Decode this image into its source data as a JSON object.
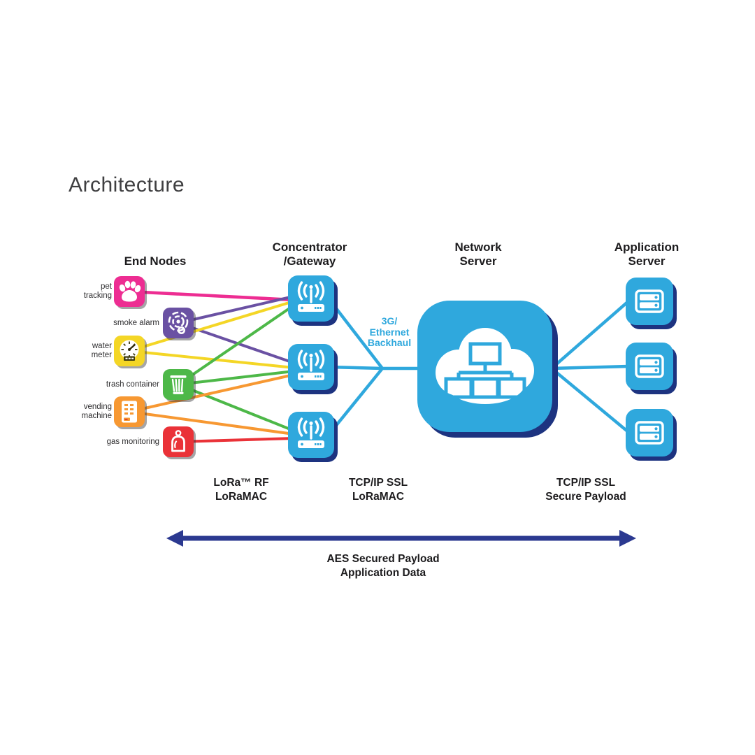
{
  "title": "Architecture",
  "headers": {
    "end_nodes": "End Nodes",
    "gateway_line1": "Concentrator",
    "gateway_line2": "/Gateway",
    "network_line1": "Network",
    "network_line2": "Server",
    "app_line1": "Application",
    "app_line2": "Server"
  },
  "end_nodes": [
    {
      "id": "pet-tracking",
      "label_lines": [
        "pet",
        "tracking"
      ],
      "color": "#ed2d92",
      "icon": "paw-icon"
    },
    {
      "id": "smoke-alarm",
      "label_lines": [
        "smoke alarm"
      ],
      "color": "#6a51a3",
      "icon": "smoke-alarm-icon"
    },
    {
      "id": "water-meter",
      "label_lines": [
        "water",
        "meter"
      ],
      "color": "#f4d626",
      "icon": "gauge-icon"
    },
    {
      "id": "trash-container",
      "label_lines": [
        "trash container"
      ],
      "color": "#4db848",
      "icon": "trash-icon"
    },
    {
      "id": "vending-machine",
      "label_lines": [
        "vending",
        "machine"
      ],
      "color": "#f79832",
      "icon": "vending-icon"
    },
    {
      "id": "gas-monitoring",
      "label_lines": [
        "gas monitoring"
      ],
      "color": "#ea3238",
      "icon": "gas-cylinder-icon"
    }
  ],
  "gateways": [
    {
      "id": "gateway-1"
    },
    {
      "id": "gateway-2"
    },
    {
      "id": "gateway-3"
    }
  ],
  "app_servers": [
    {
      "id": "application-server-1"
    },
    {
      "id": "application-server-2"
    },
    {
      "id": "application-server-3"
    }
  ],
  "links": [
    {
      "from": "pet tracking",
      "to": "gateway 1"
    },
    {
      "from": "smoke alarm",
      "to": "gateway 1"
    },
    {
      "from": "smoke alarm",
      "to": "gateway 2"
    },
    {
      "from": "water meter",
      "to": "gateway 1"
    },
    {
      "from": "water meter",
      "to": "gateway 2"
    },
    {
      "from": "trash container",
      "to": "gateway 1"
    },
    {
      "from": "trash container",
      "to": "gateway 2"
    },
    {
      "from": "trash container",
      "to": "gateway 3"
    },
    {
      "from": "vending machine",
      "to": "gateway 2"
    },
    {
      "from": "vending machine",
      "to": "gateway 3"
    },
    {
      "from": "gas monitoring",
      "to": "gateway 3"
    }
  ],
  "labels": {
    "backhaul_line1": "3G/",
    "backhaul_line2": "Ethernet",
    "backhaul_line3": "Backhaul",
    "lora_line1": "LoRa™ RF",
    "lora_line2": "LoRaMAC",
    "tcpip_mac_line1": "TCP/IP SSL",
    "tcpip_mac_line2": "LoRaMAC",
    "tcpip_sec_line1": "TCP/IP SSL",
    "tcpip_sec_line2": "Secure Payload",
    "arrow_caption_line1": "AES Secured Payload",
    "arrow_caption_line2": "Application Data"
  },
  "colors": {
    "blue": "#2fa8dd",
    "navy": "#2b3990",
    "text": "#1c1b1d"
  }
}
